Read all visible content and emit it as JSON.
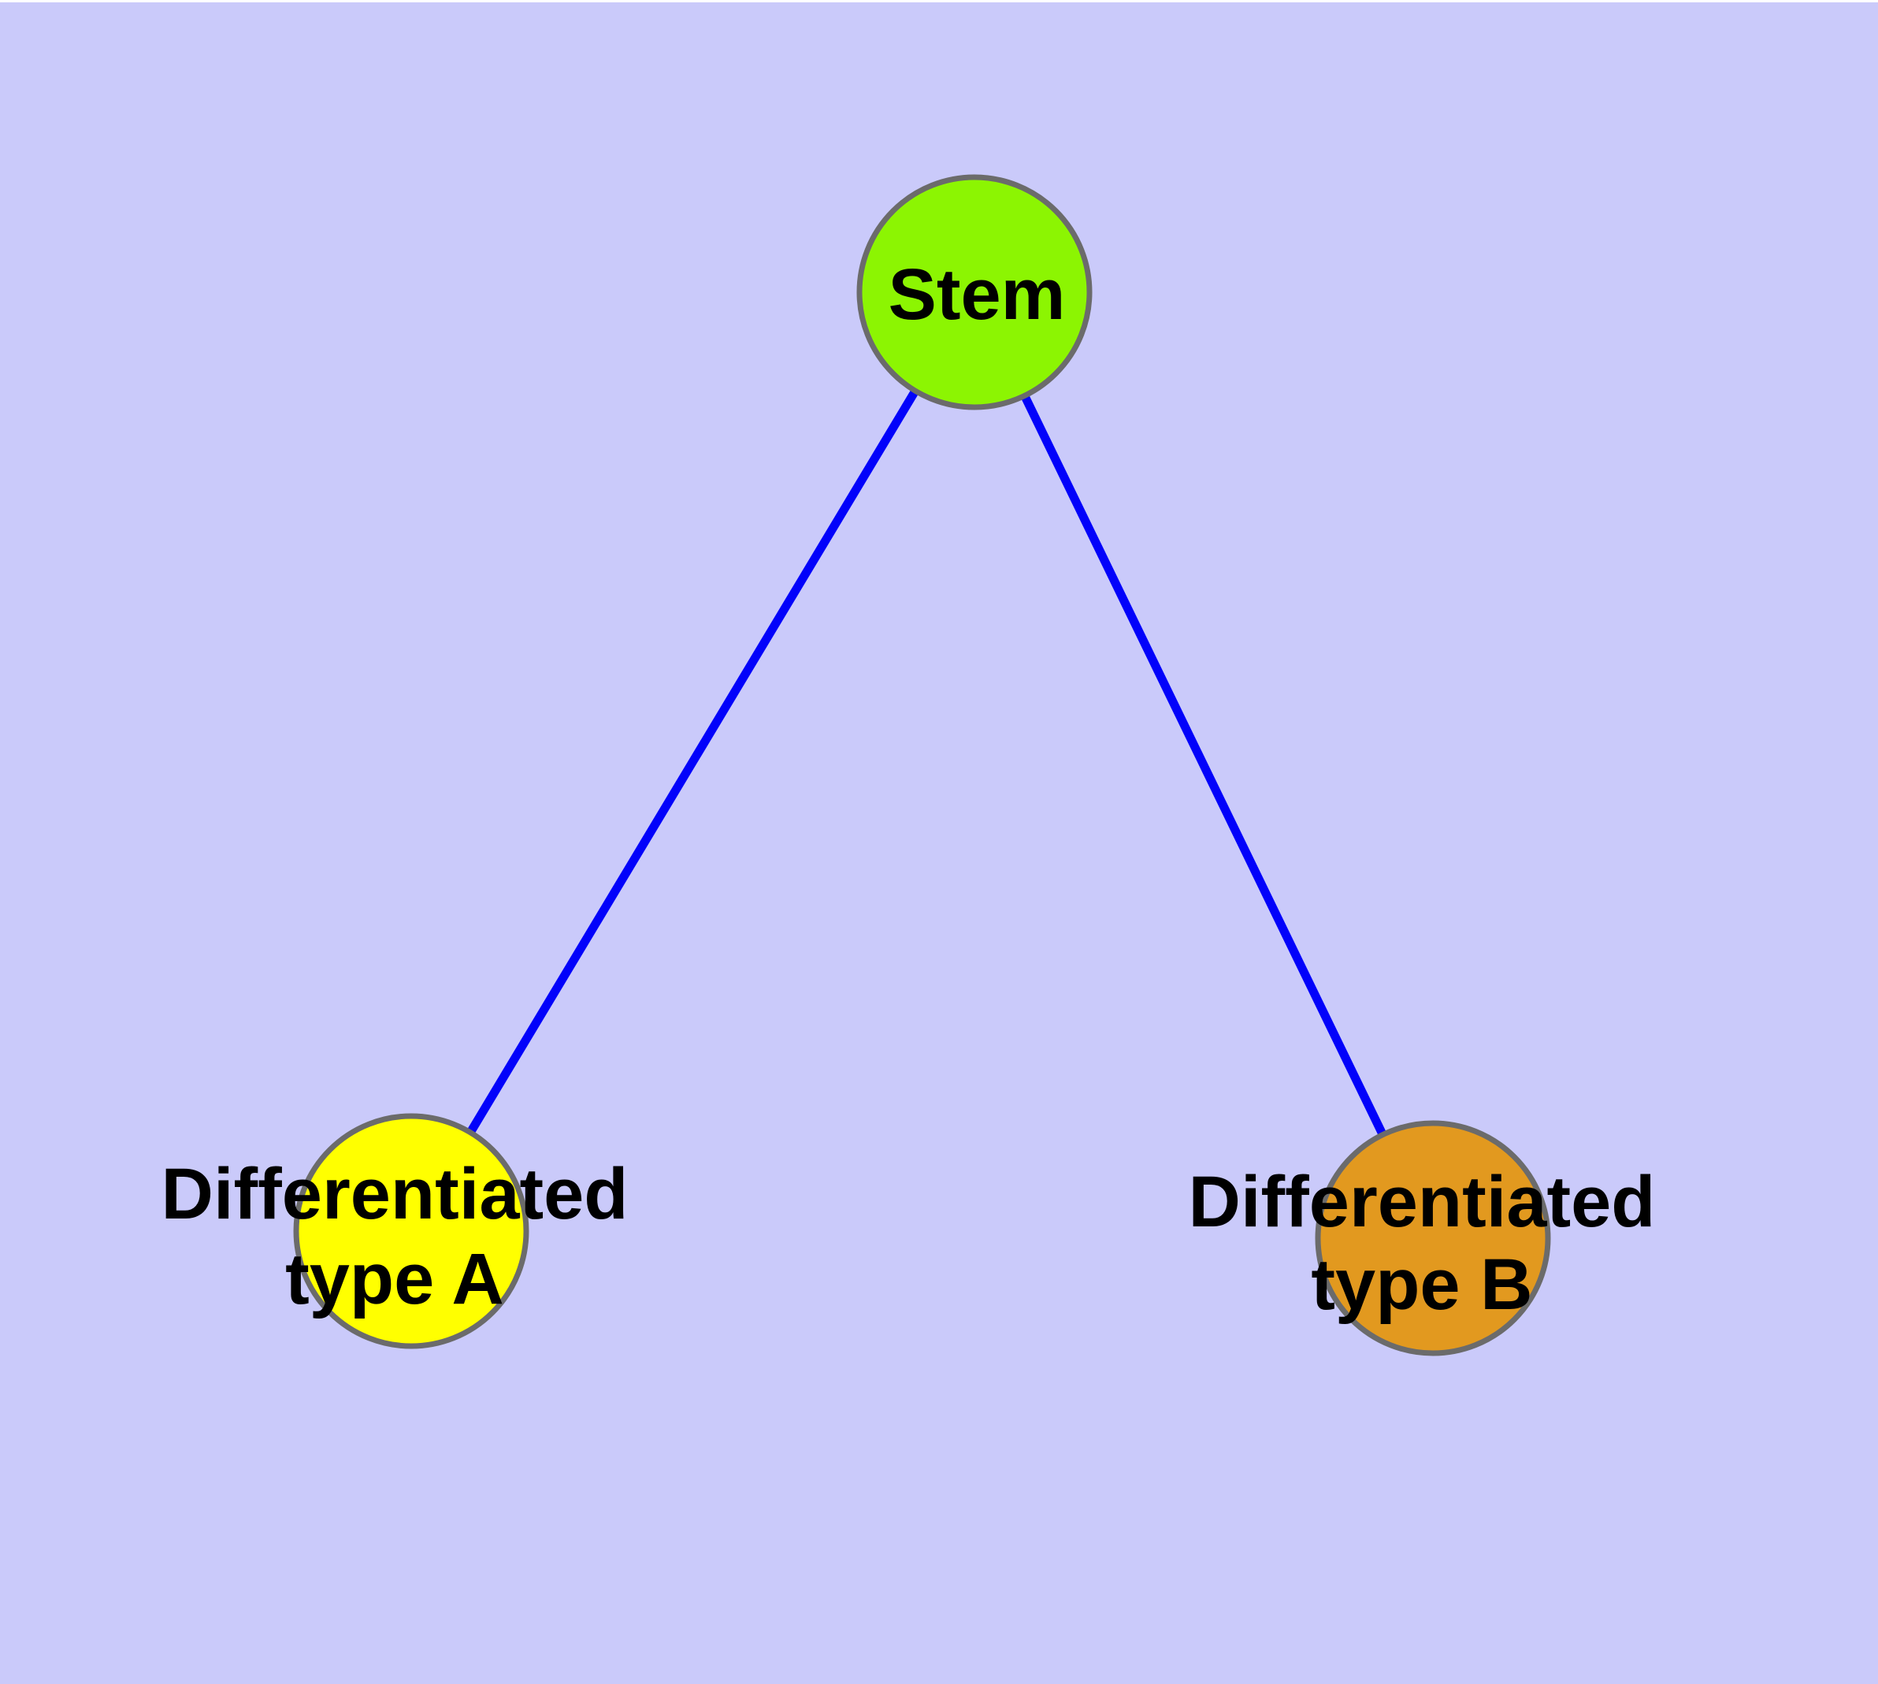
{
  "canvas": {
    "background_color": "#cacafa",
    "top_strip_color": "#ffffff"
  },
  "graph": {
    "edge_color": "#0202fa",
    "node_border_color": "#6b6b6b",
    "label_color": "#000000",
    "nodes": [
      {
        "id": "stem",
        "label": "Stem",
        "fill": "#8cf502"
      },
      {
        "id": "differentiated-type-a",
        "label": "Differentiated type A",
        "label_lines": [
          "Differentiated",
          "type A"
        ],
        "fill": "#ffff00"
      },
      {
        "id": "differentiated-type-b",
        "label": "Differentiated type B",
        "label_lines": [
          "Differentiated",
          "type B"
        ],
        "fill": "#e2991f"
      }
    ],
    "edges": [
      {
        "from": "stem",
        "to": "differentiated-type-a"
      },
      {
        "from": "stem",
        "to": "differentiated-type-b"
      }
    ]
  }
}
